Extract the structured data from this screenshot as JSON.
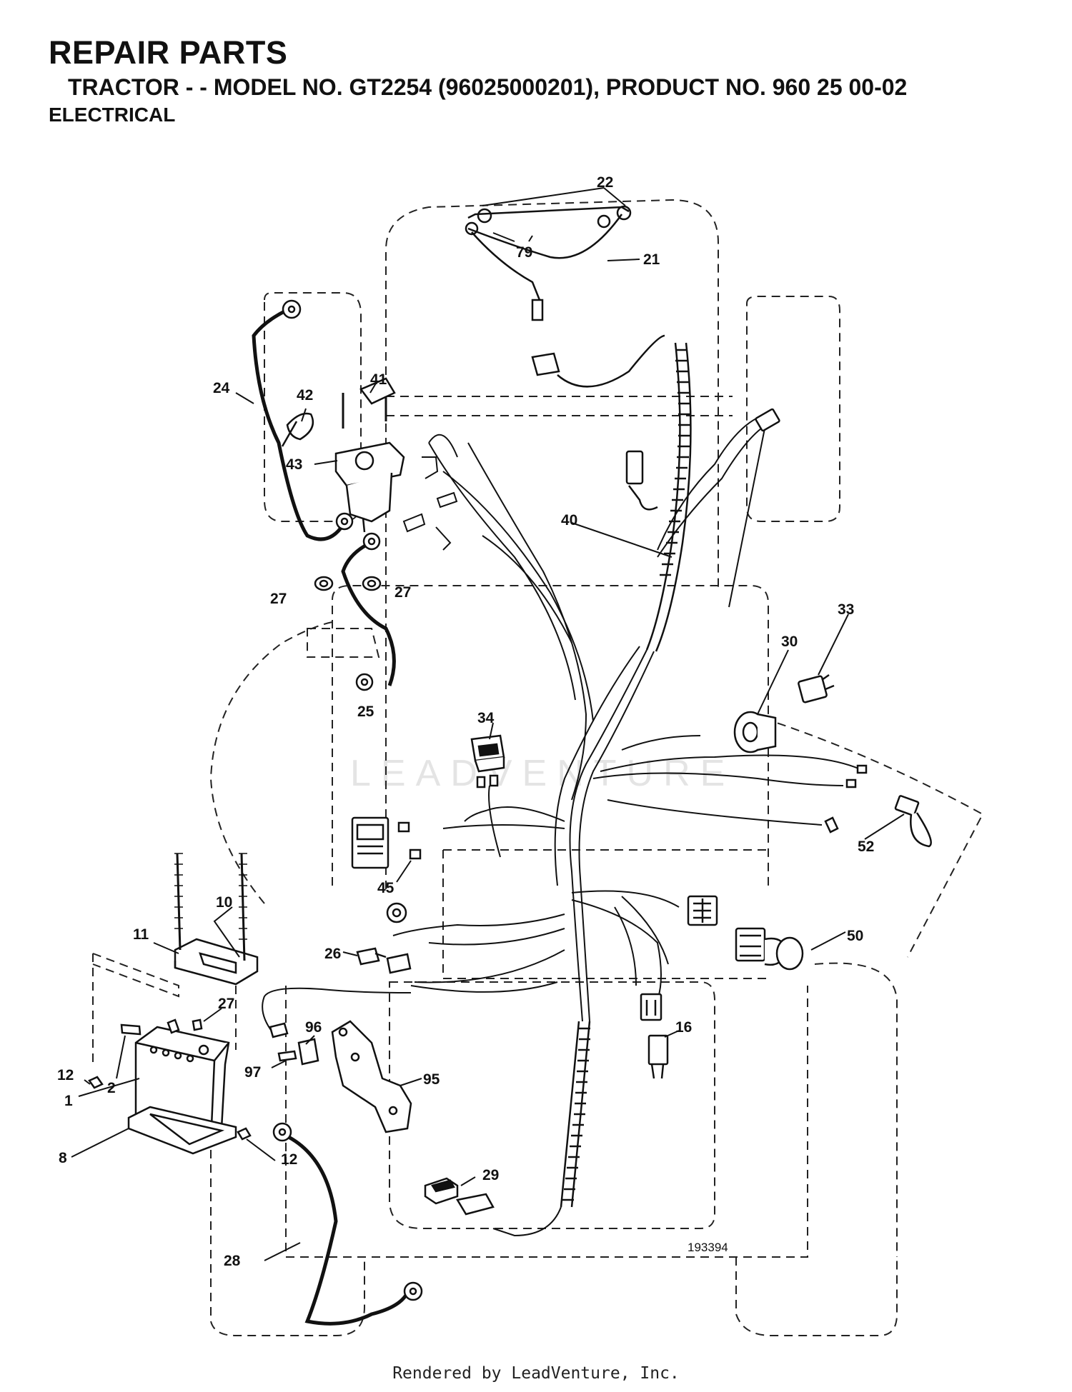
{
  "header": {
    "title": "REPAIR PARTS",
    "subtitle": "TRACTOR - - MODEL NO. GT2254 (96025000201), PRODUCT NO. 960 25 00-02",
    "section": "ELECTRICAL"
  },
  "diagram": {
    "reference_number": "193394",
    "watermark": "LEADVENTURE",
    "part_labels": {
      "p22": "22",
      "p79": "79",
      "p21": "21",
      "p24": "24",
      "p42": "42",
      "p41": "41",
      "p43": "43",
      "p40": "40",
      "p27a": "27",
      "p27b": "27",
      "p25": "25",
      "p33": "33",
      "p30": "30",
      "p34": "34",
      "p52": "52",
      "p45": "45",
      "p10": "10",
      "p11": "11",
      "p50": "50",
      "p26": "26",
      "p27c": "27",
      "p96": "96",
      "p16": "16",
      "p12a": "12",
      "p2": "2",
      "p97": "97",
      "p95": "95",
      "p1": "1",
      "p8": "8",
      "p12b": "12",
      "p29": "29",
      "p28": "28"
    }
  },
  "footer": {
    "credit": "Rendered by LeadVenture, Inc."
  }
}
